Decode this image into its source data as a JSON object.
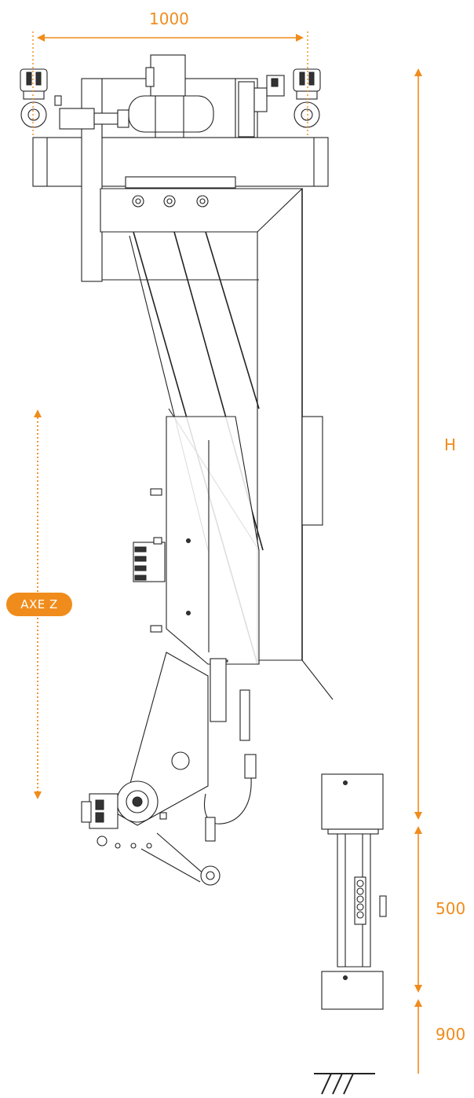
{
  "labels": {
    "width_dim": "1000",
    "height_dim": "H",
    "lower_dim": "500",
    "ground_dim": "900",
    "axis_badge": "AXE Z"
  },
  "colors": {
    "accent": "#f08c1c",
    "line": "#222222",
    "background": "#ffffff"
  }
}
